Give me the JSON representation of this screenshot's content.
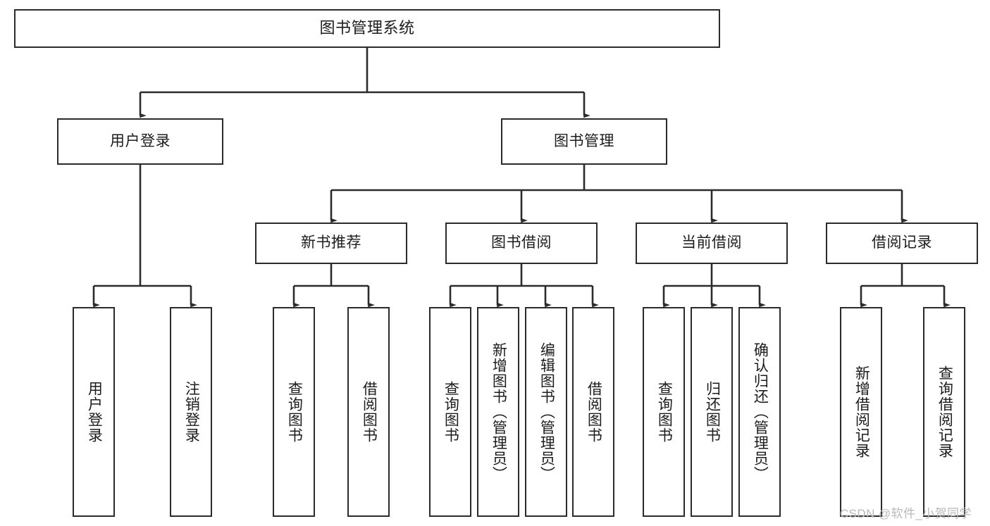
{
  "diagram": {
    "type": "tree-hierarchy-chart",
    "title": "图书管理系统",
    "watermark": "CSDN @软件_小贺同学",
    "colors": {
      "box_border": "#2b2b2b",
      "box_fill": "#ffffff",
      "edge": "#2b2b2b",
      "text": "#1c1c1c",
      "watermark": "#b9b9b9",
      "background": "#ffffff"
    },
    "levels": {
      "level1": [
        "图书管理系统"
      ],
      "level2": [
        "用户登录",
        "图书管理"
      ],
      "level3": [
        "新书推荐",
        "图书借阅",
        "当前借阅",
        "借阅记录"
      ],
      "level4": [
        "用户登录",
        "注销登录",
        "查询图书",
        "借阅图书",
        "查询图书",
        "新增图书（管理员）",
        "编辑图书（管理员）",
        "借阅图书",
        "查询图书",
        "归还图书",
        "确认归还（管理员）",
        "新增借阅记录",
        "查询借阅记录"
      ]
    },
    "nodes": {
      "root": {
        "label": "图书管理系统"
      },
      "user_login": {
        "label": "用户登录"
      },
      "book_manage": {
        "label": "图书管理"
      },
      "new_book_rec": {
        "label": "新书推荐"
      },
      "book_borrow": {
        "label": "图书借阅"
      },
      "current_borrow": {
        "label": "当前借阅"
      },
      "borrow_record": {
        "label": "借阅记录"
      },
      "leaf_user_login": {
        "label": "用户登录"
      },
      "leaf_logout": {
        "label": "注销登录"
      },
      "leaf_query_book_1": {
        "label": "查询图书"
      },
      "leaf_borrow_book_1": {
        "label": "借阅图书"
      },
      "leaf_query_book_2": {
        "label": "查询图书"
      },
      "leaf_add_book": {
        "label": "新增图书（管理员）"
      },
      "leaf_edit_book": {
        "label": "编辑图书（管理员）"
      },
      "leaf_borrow_book_2": {
        "label": "借阅图书"
      },
      "leaf_query_book_3": {
        "label": "查询图书"
      },
      "leaf_return_book": {
        "label": "归还图书"
      },
      "leaf_confirm_return": {
        "label": "确认归还（管理员）"
      },
      "leaf_add_record": {
        "label": "新增借阅记录"
      },
      "leaf_query_record": {
        "label": "查询借阅记录"
      }
    },
    "edges": [
      {
        "from": "图书管理系统",
        "to": "用户登录"
      },
      {
        "from": "图书管理系统",
        "to": "图书管理"
      },
      {
        "from": "用户登录",
        "to": "用户登录"
      },
      {
        "from": "用户登录",
        "to": "注销登录"
      },
      {
        "from": "图书管理",
        "to": "新书推荐"
      },
      {
        "from": "图书管理",
        "to": "图书借阅"
      },
      {
        "from": "图书管理",
        "to": "当前借阅"
      },
      {
        "from": "图书管理",
        "to": "借阅记录"
      },
      {
        "from": "新书推荐",
        "to": "查询图书"
      },
      {
        "from": "新书推荐",
        "to": "借阅图书"
      },
      {
        "from": "图书借阅",
        "to": "查询图书"
      },
      {
        "from": "图书借阅",
        "to": "新增图书（管理员）"
      },
      {
        "from": "图书借阅",
        "to": "编辑图书（管理员）"
      },
      {
        "from": "图书借阅",
        "to": "借阅图书"
      },
      {
        "from": "当前借阅",
        "to": "查询图书"
      },
      {
        "from": "当前借阅",
        "to": "归还图书"
      },
      {
        "from": "当前借阅",
        "to": "确认归还（管理员）"
      },
      {
        "from": "借阅记录",
        "to": "新增借阅记录"
      },
      {
        "from": "借阅记录",
        "to": "查询借阅记录"
      }
    ]
  }
}
